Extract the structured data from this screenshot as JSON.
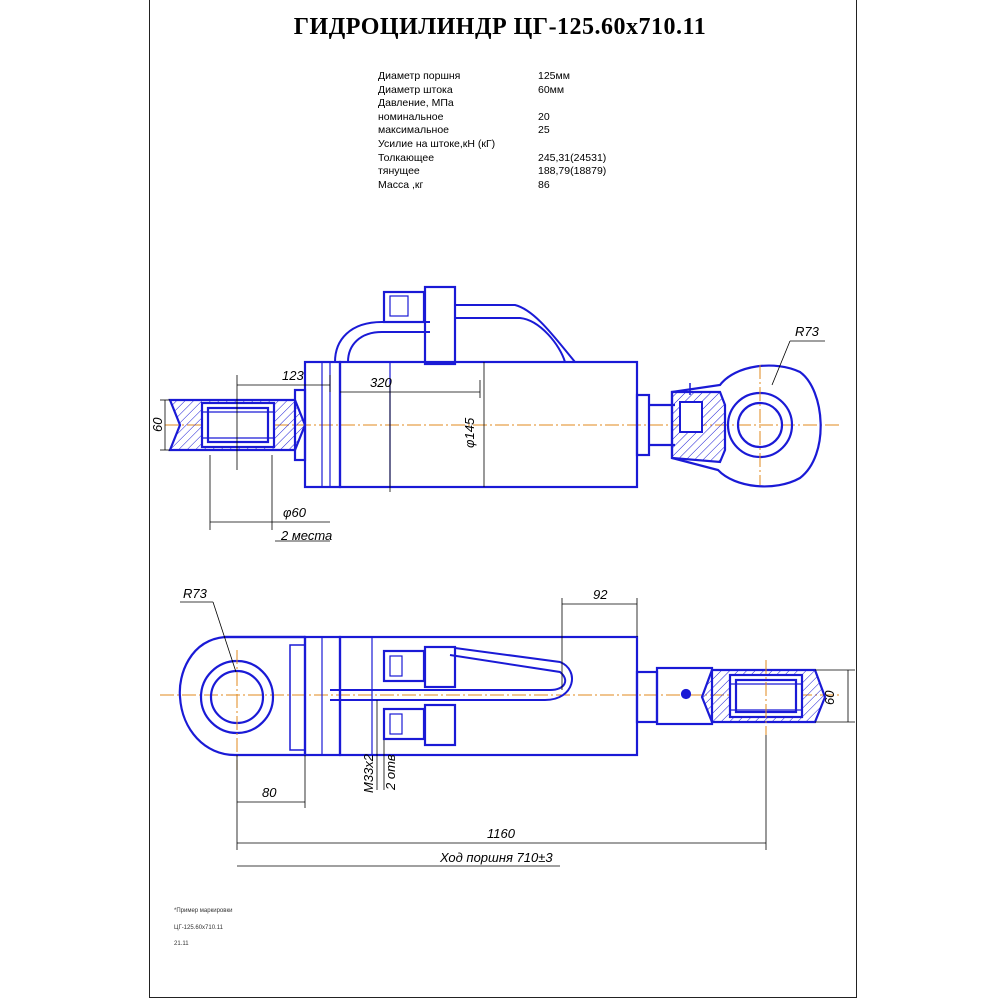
{
  "title": "ГИДРОЦИЛИНДР  ЦГ-125.60х710.11",
  "specs": [
    {
      "label": "Диаметр поршня",
      "value": "125мм"
    },
    {
      "label": "Диаметр штока",
      "value": "60мм"
    },
    {
      "label": "Давление, МПа",
      "value": ""
    },
    {
      "label": "номинальное",
      "value": "20"
    },
    {
      "label": "максимальное",
      "value": "25"
    },
    {
      "label": "Усилие на штоке,кН (кГ)",
      "value": ""
    },
    {
      "label": "Толкающее",
      "value": "245,31(24531)"
    },
    {
      "label": "тянущее",
      "value": "188,79(18879)"
    },
    {
      "label": "Масса ,кг",
      "value": "86"
    }
  ],
  "dimensions": {
    "top_rod_length": "123",
    "top_body_offset": "320",
    "top_diameter_body": "φ145",
    "top_diameter_eye": "φ60",
    "top_two_places": "2 места",
    "top_width_60": "60",
    "top_radius": "R73",
    "bottom_radius": "R73",
    "bottom_92": "92",
    "bottom_80": "80",
    "bottom_thread": "M33x2",
    "bottom_two_holes": "2 отв",
    "bottom_width_60": "60",
    "bottom_total_length": "1160",
    "bottom_stroke": "Ход поршня 710±3"
  },
  "notes": {
    "line1": "*Пример маркировки",
    "line2": "ЦГ-125.60х710.11",
    "line3": "21.11"
  },
  "colors": {
    "outline": "#1a1ad6",
    "centerline": "#e08a1e",
    "dimension": "#000000"
  }
}
